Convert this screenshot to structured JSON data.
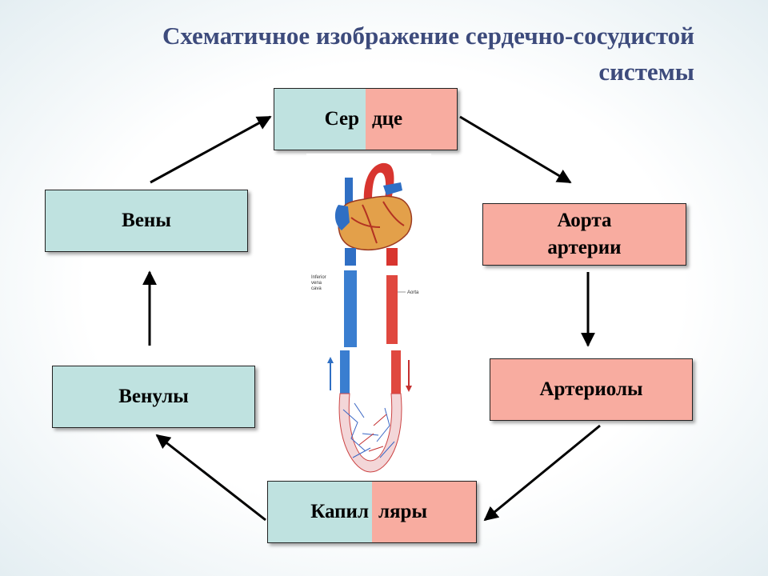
{
  "title": {
    "line1": "Схематичное изображение сердечно-сосудистой",
    "line2": "системы"
  },
  "heart_box": {
    "left_text": "Сер",
    "right_text": "дце"
  },
  "veins_box": {
    "text": "Вены"
  },
  "aorta_box": {
    "line1": "Аорта",
    "line2": "артерии"
  },
  "venules_box": {
    "text": "Венулы"
  },
  "arterioles_box": {
    "text": "Артериолы"
  },
  "capillaries_box": {
    "left_text": "Капил",
    "right_text": "ляры"
  },
  "illustration": {
    "label_vena_cava": [
      "Inferior",
      "vena",
      "cava"
    ],
    "label_aorta": "Aorta"
  },
  "colors": {
    "vein_blue": "#bfe2e0",
    "artery_pink": "#f8aca0",
    "title": "#3d4b7c"
  }
}
